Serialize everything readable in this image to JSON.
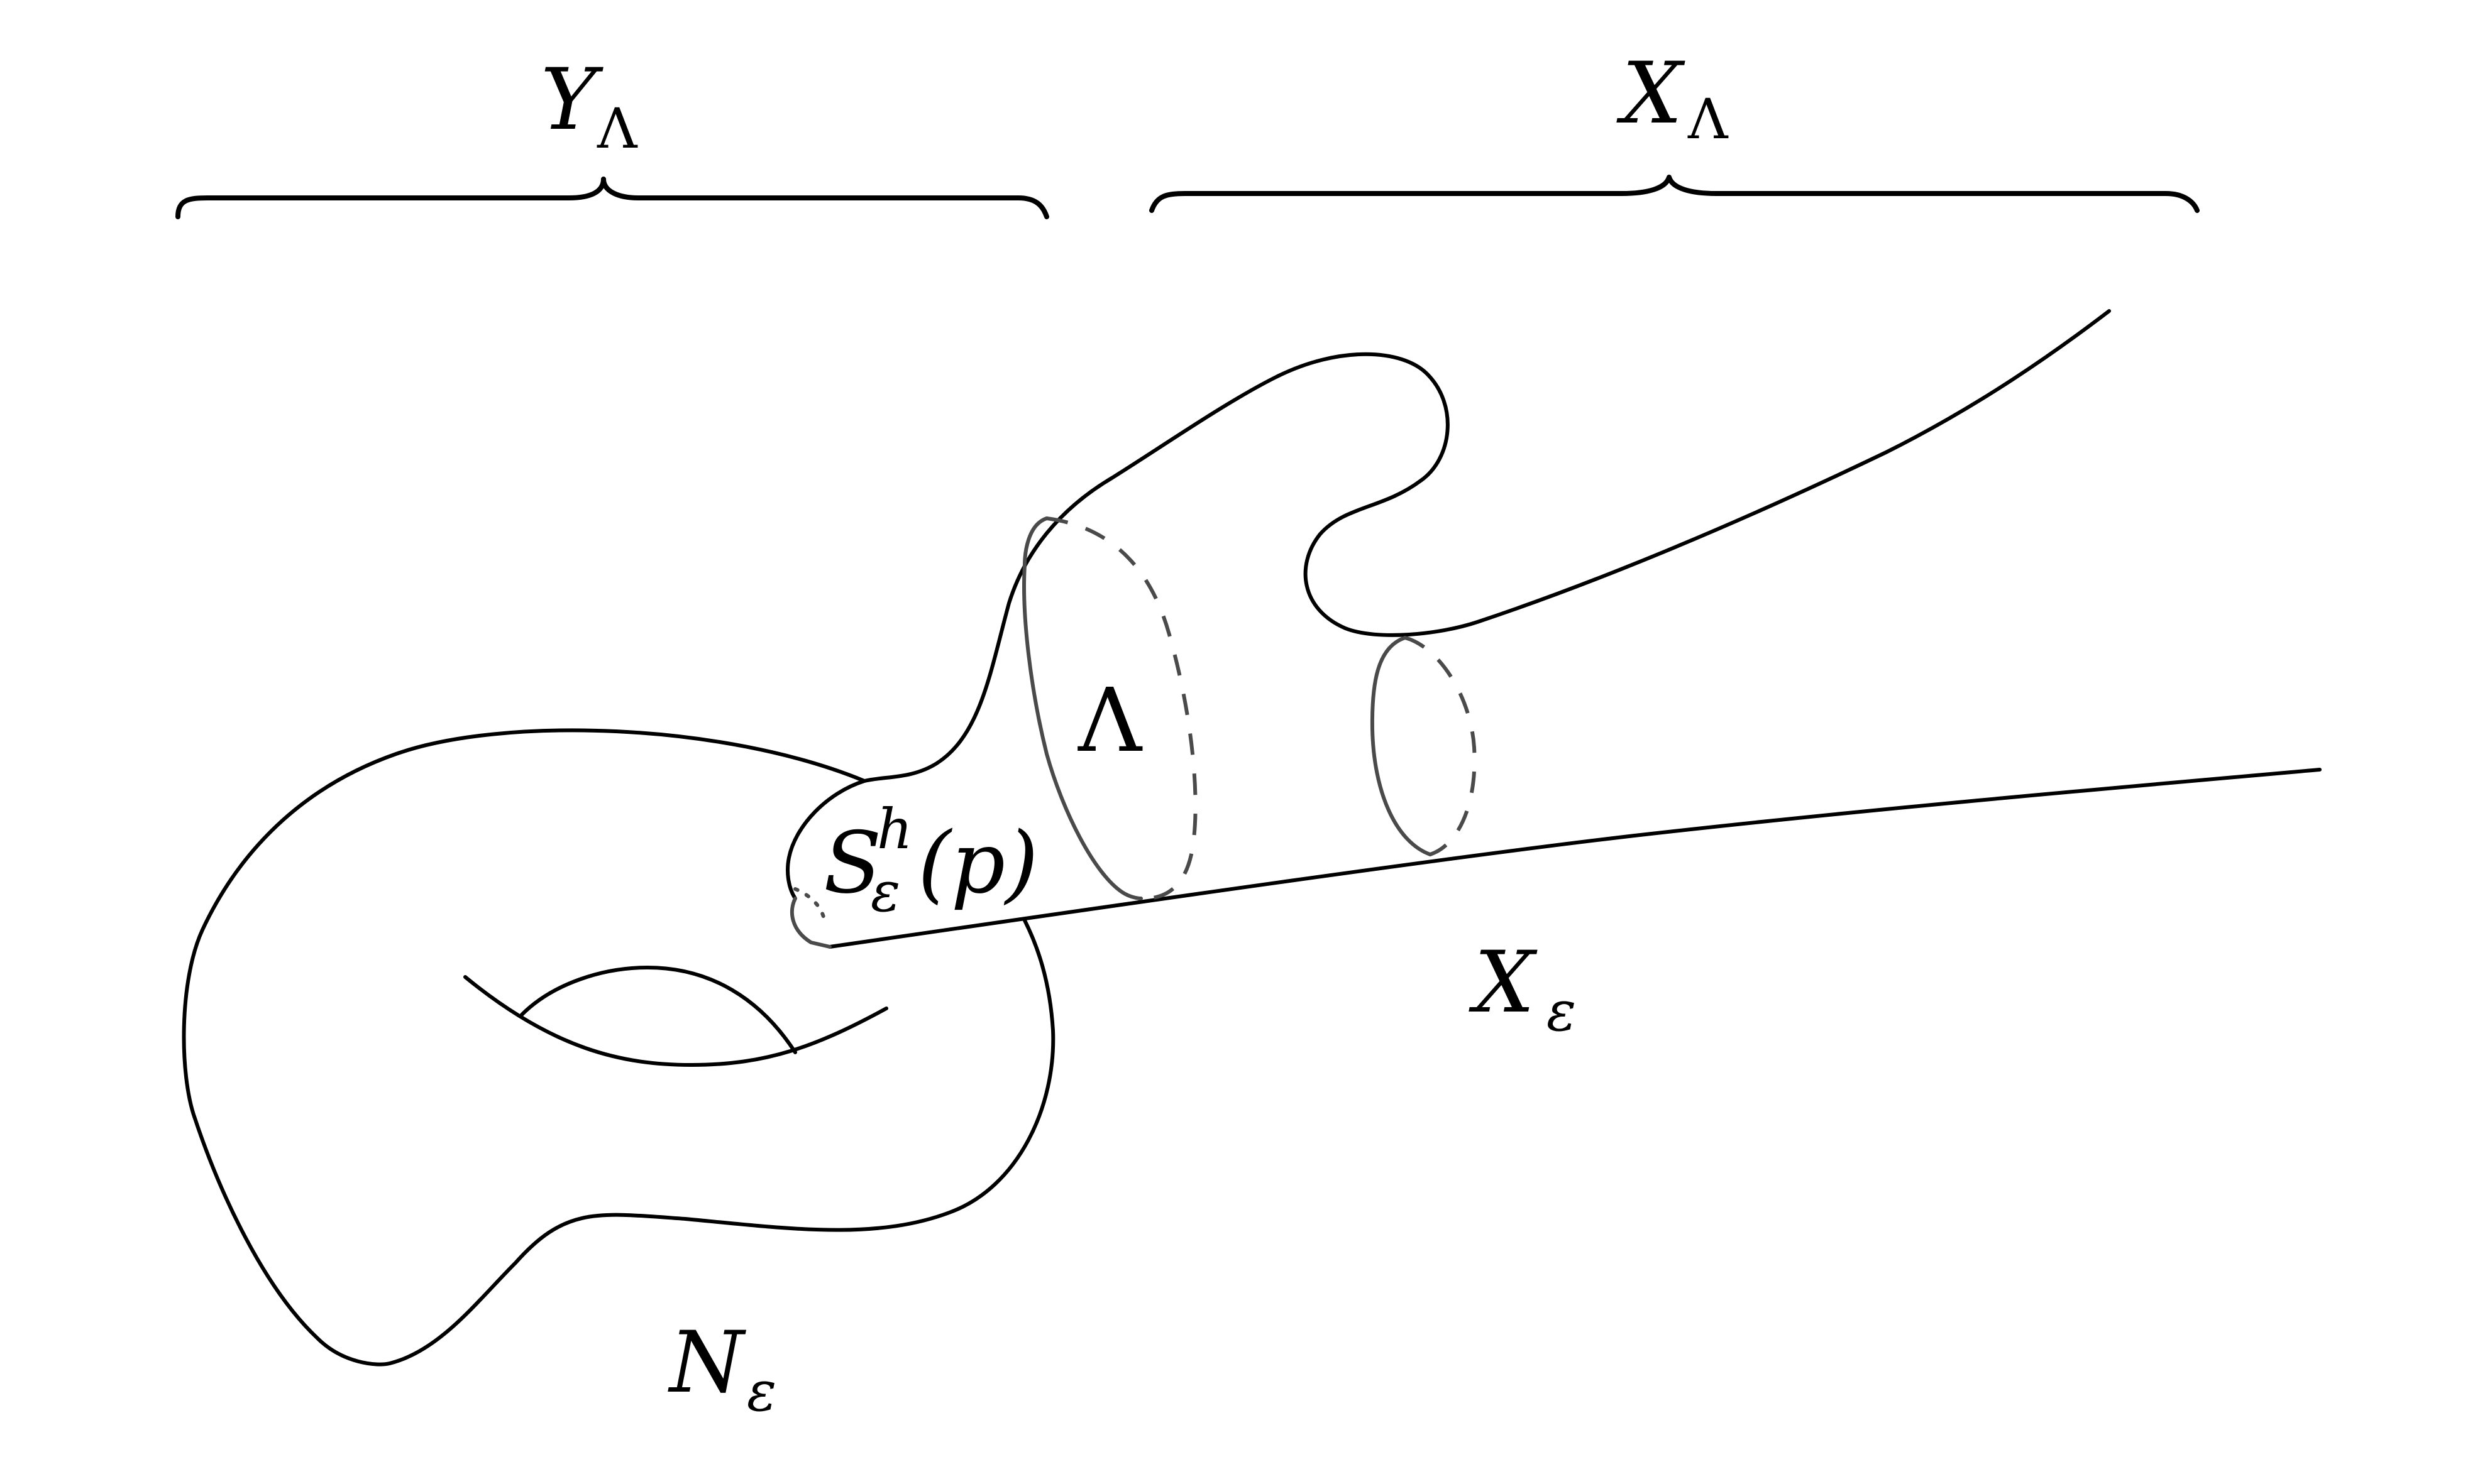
{
  "labels": {
    "y_lambda": {
      "base": "Y",
      "sub": "Λ"
    },
    "x_lambda": {
      "base": "X",
      "sub": "Λ"
    },
    "lambda": "Λ",
    "sphere": {
      "base": "S",
      "sup": "h",
      "sub": "ε",
      "arg": "(p)"
    },
    "x_eps": {
      "base": "X",
      "sub": "ε"
    },
    "n_eps": {
      "base": "N",
      "sub": "ε"
    }
  }
}
